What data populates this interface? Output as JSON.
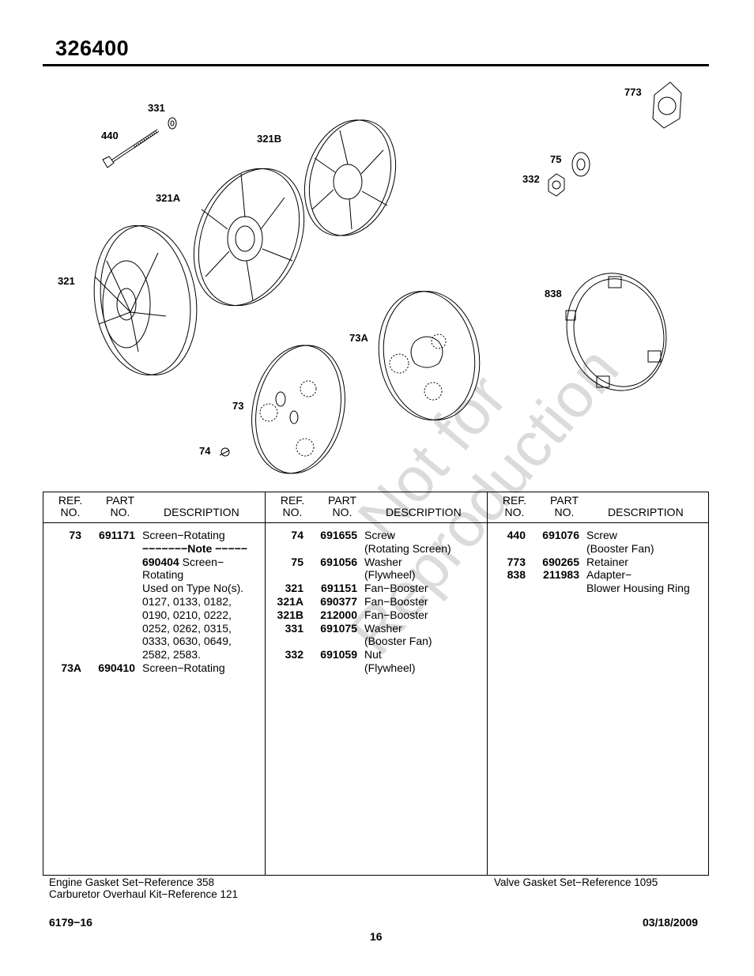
{
  "page_title": "326400",
  "callouts": {
    "c331": "331",
    "c440": "440",
    "c321b": "321B",
    "c321a": "321A",
    "c321": "321",
    "c773": "773",
    "c75": "75",
    "c332": "332",
    "c838": "838",
    "c73a": "73A",
    "c73": "73",
    "c74": "74"
  },
  "table": {
    "headers": {
      "ref_1": "REF.",
      "ref_2": "NO.",
      "part_1": "PART",
      "part_2": "NO.",
      "description": "DESCRIPTION"
    },
    "columns": [
      [
        {
          "ref": "73",
          "part": "691171",
          "desc": "Screen−Rotating"
        },
        {
          "ref": "",
          "part": "",
          "desc_note": "−−−−−−−Note −−−−−"
        },
        {
          "ref": "",
          "part": "",
          "desc_bold": "690404",
          "desc": " Screen−"
        },
        {
          "ref": "",
          "part": "",
          "desc": "Rotating"
        },
        {
          "ref": "",
          "part": "",
          "desc": "Used on Type No(s)."
        },
        {
          "ref": "",
          "part": "",
          "desc": "0127, 0133, 0182,"
        },
        {
          "ref": "",
          "part": "",
          "desc": "0190, 0210, 0222,"
        },
        {
          "ref": "",
          "part": "",
          "desc": "0252, 0262, 0315,"
        },
        {
          "ref": "",
          "part": "",
          "desc": "0333, 0630, 0649,"
        },
        {
          "ref": "",
          "part": "",
          "desc": "2582, 2583."
        },
        {
          "ref": "73A",
          "part": "690410",
          "desc": "Screen−Rotating"
        }
      ],
      [
        {
          "ref": "74",
          "part": "691655",
          "desc": "Screw"
        },
        {
          "ref": "",
          "part": "",
          "desc": "(Rotating Screen)"
        },
        {
          "ref": "75",
          "part": "691056",
          "desc": "Washer"
        },
        {
          "ref": "",
          "part": "",
          "desc": "(Flywheel)"
        },
        {
          "ref": "321",
          "part": "691151",
          "desc": "Fan−Booster"
        },
        {
          "ref": "321A",
          "part": "690377",
          "desc": "Fan−Booster"
        },
        {
          "ref": "321B",
          "part": "212000",
          "desc": "Fan−Booster"
        },
        {
          "ref": "331",
          "part": "691075",
          "desc": "Washer"
        },
        {
          "ref": "",
          "part": "",
          "desc": "(Booster Fan)"
        },
        {
          "ref": "332",
          "part": "691059",
          "desc": "Nut"
        },
        {
          "ref": "",
          "part": "",
          "desc": "(Flywheel)"
        }
      ],
      [
        {
          "ref": "440",
          "part": "691076",
          "desc": "Screw"
        },
        {
          "ref": "",
          "part": "",
          "desc": "(Booster Fan)"
        },
        {
          "ref": "773",
          "part": "690265",
          "desc": "Retainer"
        },
        {
          "ref": "838",
          "part": "211983",
          "desc": "Adapter−"
        },
        {
          "ref": "",
          "part": "",
          "desc": "Blower Housing Ring"
        }
      ]
    ]
  },
  "footnotes": {
    "left_1": "Engine Gasket Set−Reference 358",
    "left_2": "Carburetor Overhaul Kit−Reference 121",
    "right_1": "Valve Gasket Set−Reference 1095"
  },
  "footer": {
    "doc_number": "6179−16",
    "page_number": "16",
    "date": "03/18/2009"
  },
  "watermark": {
    "line1": "Not for",
    "line2": "Reproduction"
  }
}
